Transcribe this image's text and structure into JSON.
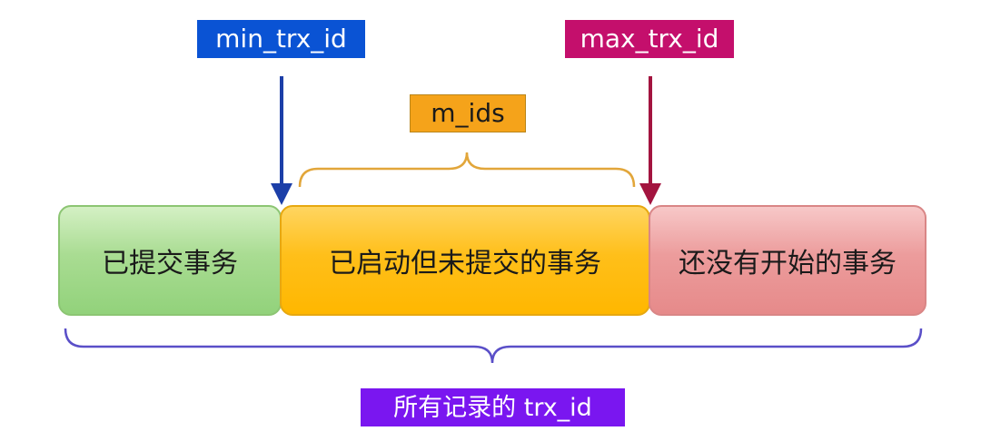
{
  "labels": {
    "min_trx_id": "min_trx_id",
    "max_trx_id": "max_trx_id",
    "m_ids": "m_ids",
    "all_trx_id": "所有记录的 trx_id"
  },
  "segments": {
    "committed": "已提交事务",
    "active": "已启动但未提交的事务",
    "pending": "还没有开始的事务"
  },
  "colors": {
    "min_trx_id": "#0a53d4",
    "max_trx_id": "#c40f6c",
    "m_ids": "#f5a31a",
    "all_trx_id": "#7a16f0",
    "committed": "#a9dc92",
    "active": "#ffbf1a",
    "pending": "#ec9c9c"
  }
}
